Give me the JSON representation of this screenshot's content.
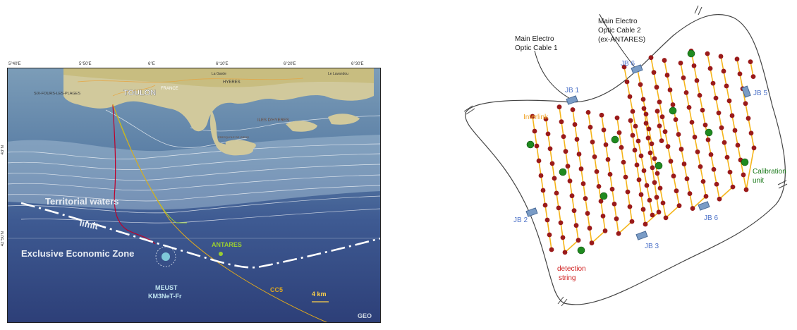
{
  "map": {
    "top_ticks": [
      "5°40'E",
      "5°50'E",
      "6°E",
      "6°10'E",
      "6°20'E",
      "6°30'E"
    ],
    "lat_ticks": [
      "43°N",
      "42°50'N"
    ],
    "places": {
      "toulon": "TOULON",
      "france": "FRANCE",
      "six_fours": "SIX-FOURS-LES-PLAGES",
      "hyeres": "HYERES",
      "iles": "ILES D'HYERES",
      "la_garde": "La Garde",
      "le_lavandou": "Le Lavandou",
      "giens": "PRESQU'ILE DE GIENS"
    },
    "zones": {
      "territorial": "Territorial waters",
      "limit": "limit",
      "eez": "Exclusive Economic Zone"
    },
    "sites": {
      "antares": "ANTARES",
      "meust": "MEUST",
      "km3net": "KM3NeT-Fr",
      "cc5": "CC5"
    },
    "scale_label": "4 km",
    "logo": "GEO",
    "colors": {
      "sea_deep": "#334a82",
      "sea_shelf": "#6a8eb0",
      "land": "#cfc8a0",
      "antares": "#9acd32",
      "meust": "#7fc8d8",
      "cc5": "#e0a81c",
      "cable_red": "#c0002a"
    }
  },
  "layout": {
    "cable1": [
      "Main Electro",
      "Optic Cable 1"
    ],
    "cable2": [
      "Main Electro",
      "Optic Cable 2",
      "(ex-ANTARES)"
    ],
    "jb": {
      "jb1": "JB 1",
      "jb2": "JB 2",
      "jb3": "JB 3",
      "jb5": "JB 5",
      "jb6_top": "JB 6",
      "jb6_bottom": "JB 6"
    },
    "interlink": "Interlink",
    "calibration": [
      "Calibration",
      "unit"
    ],
    "detection": [
      "detection",
      "string"
    ],
    "colors": {
      "interlink": "#f5b51a",
      "string": "#9a1a1a",
      "calibration": "#1f8a1f",
      "jb": "#7a9cc6"
    }
  }
}
